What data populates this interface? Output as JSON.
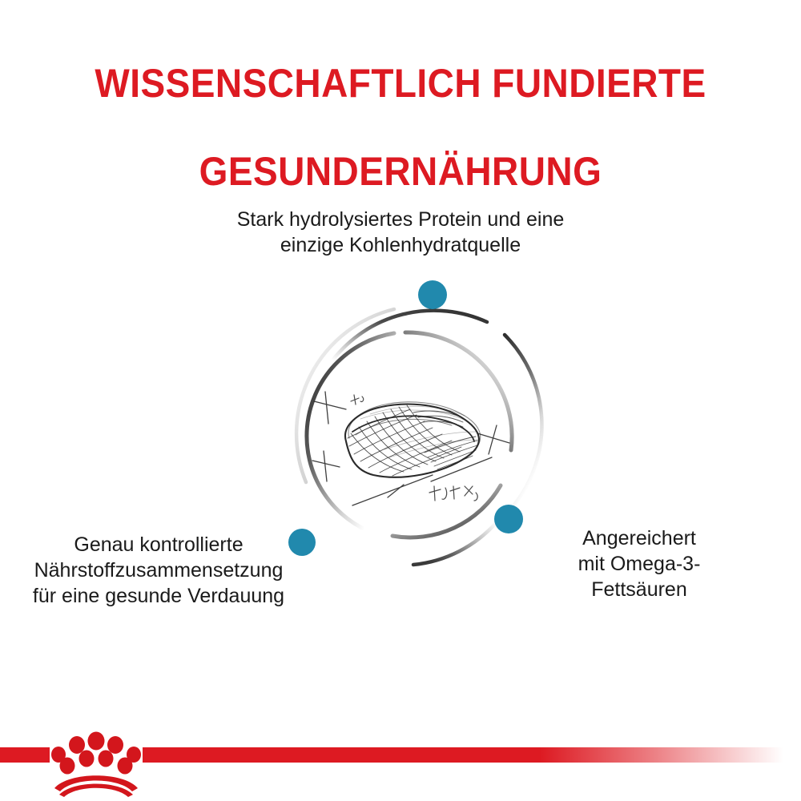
{
  "headline": {
    "line1": "WISSENSCHAFTLICH FUNDIERTE",
    "line2": "GESUNDERNÄHRUNG",
    "color": "#DD1A22"
  },
  "callouts": {
    "top": "Stark hydrolysiertes Protein und eine\neinzige Kohlenhydratquelle",
    "bottom_left": "Genau kontrollierte\nNährstoffzusammensetzung\nfür eine gesunde Verdauung",
    "bottom_right": "Angereichert\nmit Omega-3-\nFettsäuren"
  },
  "diagram": {
    "center_illustration": "kibble-technical-sketch",
    "outer_ring": "broken-circle-outer",
    "inner_ring": "broken-circle-inner",
    "dot_color": "#2189AD",
    "ring_color_dark": "#3a3a3a",
    "ring_color_light": "#e8e8e8",
    "markers": [
      {
        "name": "marker-top",
        "label_ref": "top"
      },
      {
        "name": "marker-bottom-left",
        "label_ref": "bottom_left"
      },
      {
        "name": "marker-bottom-right",
        "label_ref": "bottom_right"
      }
    ]
  },
  "brand": {
    "logo": "royal-canin-crown-paw-logo",
    "bar_color": "#DD1A22",
    "bar_fade": "transparent"
  }
}
